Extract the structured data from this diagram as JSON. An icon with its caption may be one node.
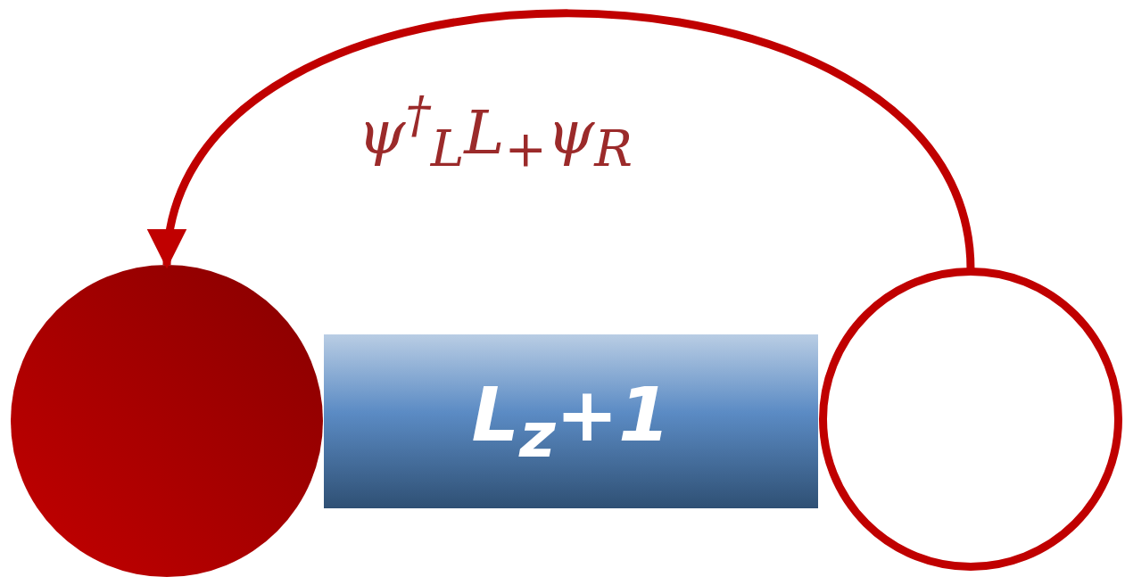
{
  "diagram": {
    "nodes": [
      {
        "text": [],
        "shape": "circle"
      },
      {
        "text": [
          "L$_{z}$+1"
        ]
      },
      {
        "text": [],
        "shape": "circle"
      }
    ],
    "edges": [
      {
        "from": 2,
        "to": 0,
        "arrow": "to",
        "label": "ψ$^{†}$$_{L}$L$_{+}$ψ$_{R}$"
      }
    ]
  }
}
